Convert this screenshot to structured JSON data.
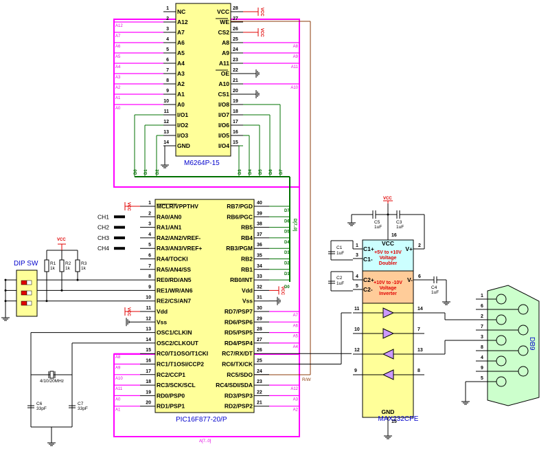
{
  "sram": {
    "part": "M6264P-15",
    "left_pins": [
      {
        "num": "1",
        "name": "NC"
      },
      {
        "num": "2",
        "name": "A12"
      },
      {
        "num": "3",
        "name": "A7"
      },
      {
        "num": "4",
        "name": "A6"
      },
      {
        "num": "5",
        "name": "A5"
      },
      {
        "num": "6",
        "name": "A4"
      },
      {
        "num": "7",
        "name": "A3"
      },
      {
        "num": "8",
        "name": "A2"
      },
      {
        "num": "9",
        "name": "A1"
      },
      {
        "num": "10",
        "name": "A0"
      },
      {
        "num": "11",
        "name": "I/O1"
      },
      {
        "num": "12",
        "name": "I/O2"
      },
      {
        "num": "13",
        "name": "I/O3"
      },
      {
        "num": "14",
        "name": "GND"
      }
    ],
    "right_pins": [
      {
        "num": "28",
        "name": "VCC"
      },
      {
        "num": "27",
        "name": "WE"
      },
      {
        "num": "26",
        "name": "CS2"
      },
      {
        "num": "25",
        "name": "A8"
      },
      {
        "num": "24",
        "name": "A9"
      },
      {
        "num": "23",
        "name": "A11"
      },
      {
        "num": "22",
        "name": "OE"
      },
      {
        "num": "21",
        "name": "A10"
      },
      {
        "num": "20",
        "name": "CS1"
      },
      {
        "num": "19",
        "name": "I/O8"
      },
      {
        "num": "18",
        "name": "I/O7"
      },
      {
        "num": "17",
        "name": "I/O6"
      },
      {
        "num": "16",
        "name": "I/O5"
      },
      {
        "num": "15",
        "name": "I/O4"
      }
    ],
    "left_nets": [
      "A12",
      "A7",
      "A6",
      "A5",
      "A4",
      "A3",
      "A2",
      "A1",
      "A0"
    ],
    "right_nets": [
      "A8",
      "A9",
      "A10",
      "A11"
    ],
    "data_nets": [
      "D0",
      "D1",
      "D2",
      "D3",
      "D4",
      "D5",
      "D6",
      "D7"
    ]
  },
  "pic": {
    "part": "PIC16F877-20/P",
    "left_pins": [
      {
        "num": "1",
        "name": "MCLR/VPPTHV"
      },
      {
        "num": "2",
        "name": "RA0/AN0"
      },
      {
        "num": "3",
        "name": "RA1/AN1"
      },
      {
        "num": "4",
        "name": "RA2/AN2/VREF-"
      },
      {
        "num": "5",
        "name": "RA3/AN3/VREF+"
      },
      {
        "num": "6",
        "name": "RA4/TOCKI"
      },
      {
        "num": "7",
        "name": "RA5/AN4/SS"
      },
      {
        "num": "8",
        "name": "RE0/RD/AN5"
      },
      {
        "num": "9",
        "name": "RE1/WR/AN6"
      },
      {
        "num": "10",
        "name": "RE2/CS/AN7"
      },
      {
        "num": "11",
        "name": "Vdd"
      },
      {
        "num": "12",
        "name": "Vss"
      },
      {
        "num": "13",
        "name": "OSC1/CLKIN"
      },
      {
        "num": "14",
        "name": "OSC2/CLKOUT"
      },
      {
        "num": "15",
        "name": "RC0/T1OSO/T1CKI"
      },
      {
        "num": "16",
        "name": "RC1/T1OSI/CCP2"
      },
      {
        "num": "17",
        "name": "RC2/CCP1"
      },
      {
        "num": "18",
        "name": "RC3/SCK/SCL"
      },
      {
        "num": "19",
        "name": "RD0/PSP0"
      },
      {
        "num": "20",
        "name": "RD1/PSP1"
      }
    ],
    "right_pins": [
      {
        "num": "40",
        "name": "RB7/PGD"
      },
      {
        "num": "39",
        "name": "RB6/PGC"
      },
      {
        "num": "38",
        "name": "RB5"
      },
      {
        "num": "37",
        "name": "RB4"
      },
      {
        "num": "36",
        "name": "RB3/PGM"
      },
      {
        "num": "35",
        "name": "RB2"
      },
      {
        "num": "34",
        "name": "RB1"
      },
      {
        "num": "33",
        "name": "RB0/INT"
      },
      {
        "num": "32",
        "name": "Vdd"
      },
      {
        "num": "31",
        "name": "Vss"
      },
      {
        "num": "30",
        "name": "RD7/PSP7"
      },
      {
        "num": "29",
        "name": "RD6/PSP6"
      },
      {
        "num": "28",
        "name": "RD5/PSP5"
      },
      {
        "num": "27",
        "name": "RD4/PSP4"
      },
      {
        "num": "26",
        "name": "RC7/RX/DT"
      },
      {
        "num": "25",
        "name": "RC6/TX/CK"
      },
      {
        "num": "24",
        "name": "RC5/SDO"
      },
      {
        "num": "23",
        "name": "RC4/SDI/SDA"
      },
      {
        "num": "22",
        "name": "RD3/PSP3"
      },
      {
        "num": "21",
        "name": "RD2/PSP2"
      }
    ],
    "left_nets": [
      "A8",
      "A9",
      "A10",
      "A11",
      "A0",
      "A1"
    ],
    "right_nets_top": [
      "A7",
      "A6",
      "A5",
      "A4"
    ],
    "right_nets_bottom": [
      "A12",
      "A3",
      "A2"
    ],
    "data_nets": [
      "D7",
      "D6",
      "D5",
      "D4",
      "D3",
      "D2",
      "D1",
      "D0"
    ],
    "data_bus": "D[7..0]",
    "addr_bus": "A[7..0]",
    "rw_net": "R/W"
  },
  "channels": [
    "CH1",
    "CH2",
    "CH3",
    "CH4"
  ],
  "dip": {
    "label": "DIP SW"
  },
  "resistors": [
    {
      "ref": "R1",
      "val": "1k"
    },
    {
      "ref": "R2",
      "val": "1k"
    },
    {
      "ref": "R3",
      "val": "1k"
    }
  ],
  "power": {
    "vcc": "VCC"
  },
  "crystal": {
    "label": "4/10/20MHz"
  },
  "osc_caps": [
    {
      "ref": "C6",
      "val": "33pF"
    },
    {
      "ref": "C7",
      "val": "33pF"
    }
  ],
  "max232": {
    "part": "MAX232CPE",
    "vcc_label": "VCC",
    "gnd_label": "GND",
    "doubler": {
      "pins": [
        "C1+",
        "C1-"
      ],
      "out": "V+",
      "line1": "+5V to +10V",
      "line2": "Voltage",
      "line3": "Doubler"
    },
    "inverter": {
      "pins": [
        "C2+",
        "C2-"
      ],
      "out": "V-",
      "line1": "+10V to -10V",
      "line2": "Voltage",
      "line3": "Inverter"
    },
    "pin_nums": {
      "c1p": "1",
      "c1m": "3",
      "c2p": "4",
      "c2m": "5",
      "vp": "2",
      "vm": "6",
      "vcc": "16",
      "gnd": "15",
      "t1in": "11",
      "t2in": "10",
      "r1out": "12",
      "r2out": "9",
      "t1out": "14",
      "t2out": "7",
      "r1in": "13",
      "r2in": "8"
    },
    "caps": [
      {
        "ref": "C1",
        "val": "1uF"
      },
      {
        "ref": "C2",
        "val": "1uF"
      },
      {
        "ref": "C3",
        "val": "1uF"
      },
      {
        "ref": "C4",
        "val": "1uF"
      },
      {
        "ref": "C5",
        "val": "1uF"
      }
    ]
  },
  "db9": {
    "label": "DB9",
    "pins": [
      "1",
      "6",
      "2",
      "7",
      "3",
      "8",
      "4",
      "9",
      "5"
    ]
  }
}
